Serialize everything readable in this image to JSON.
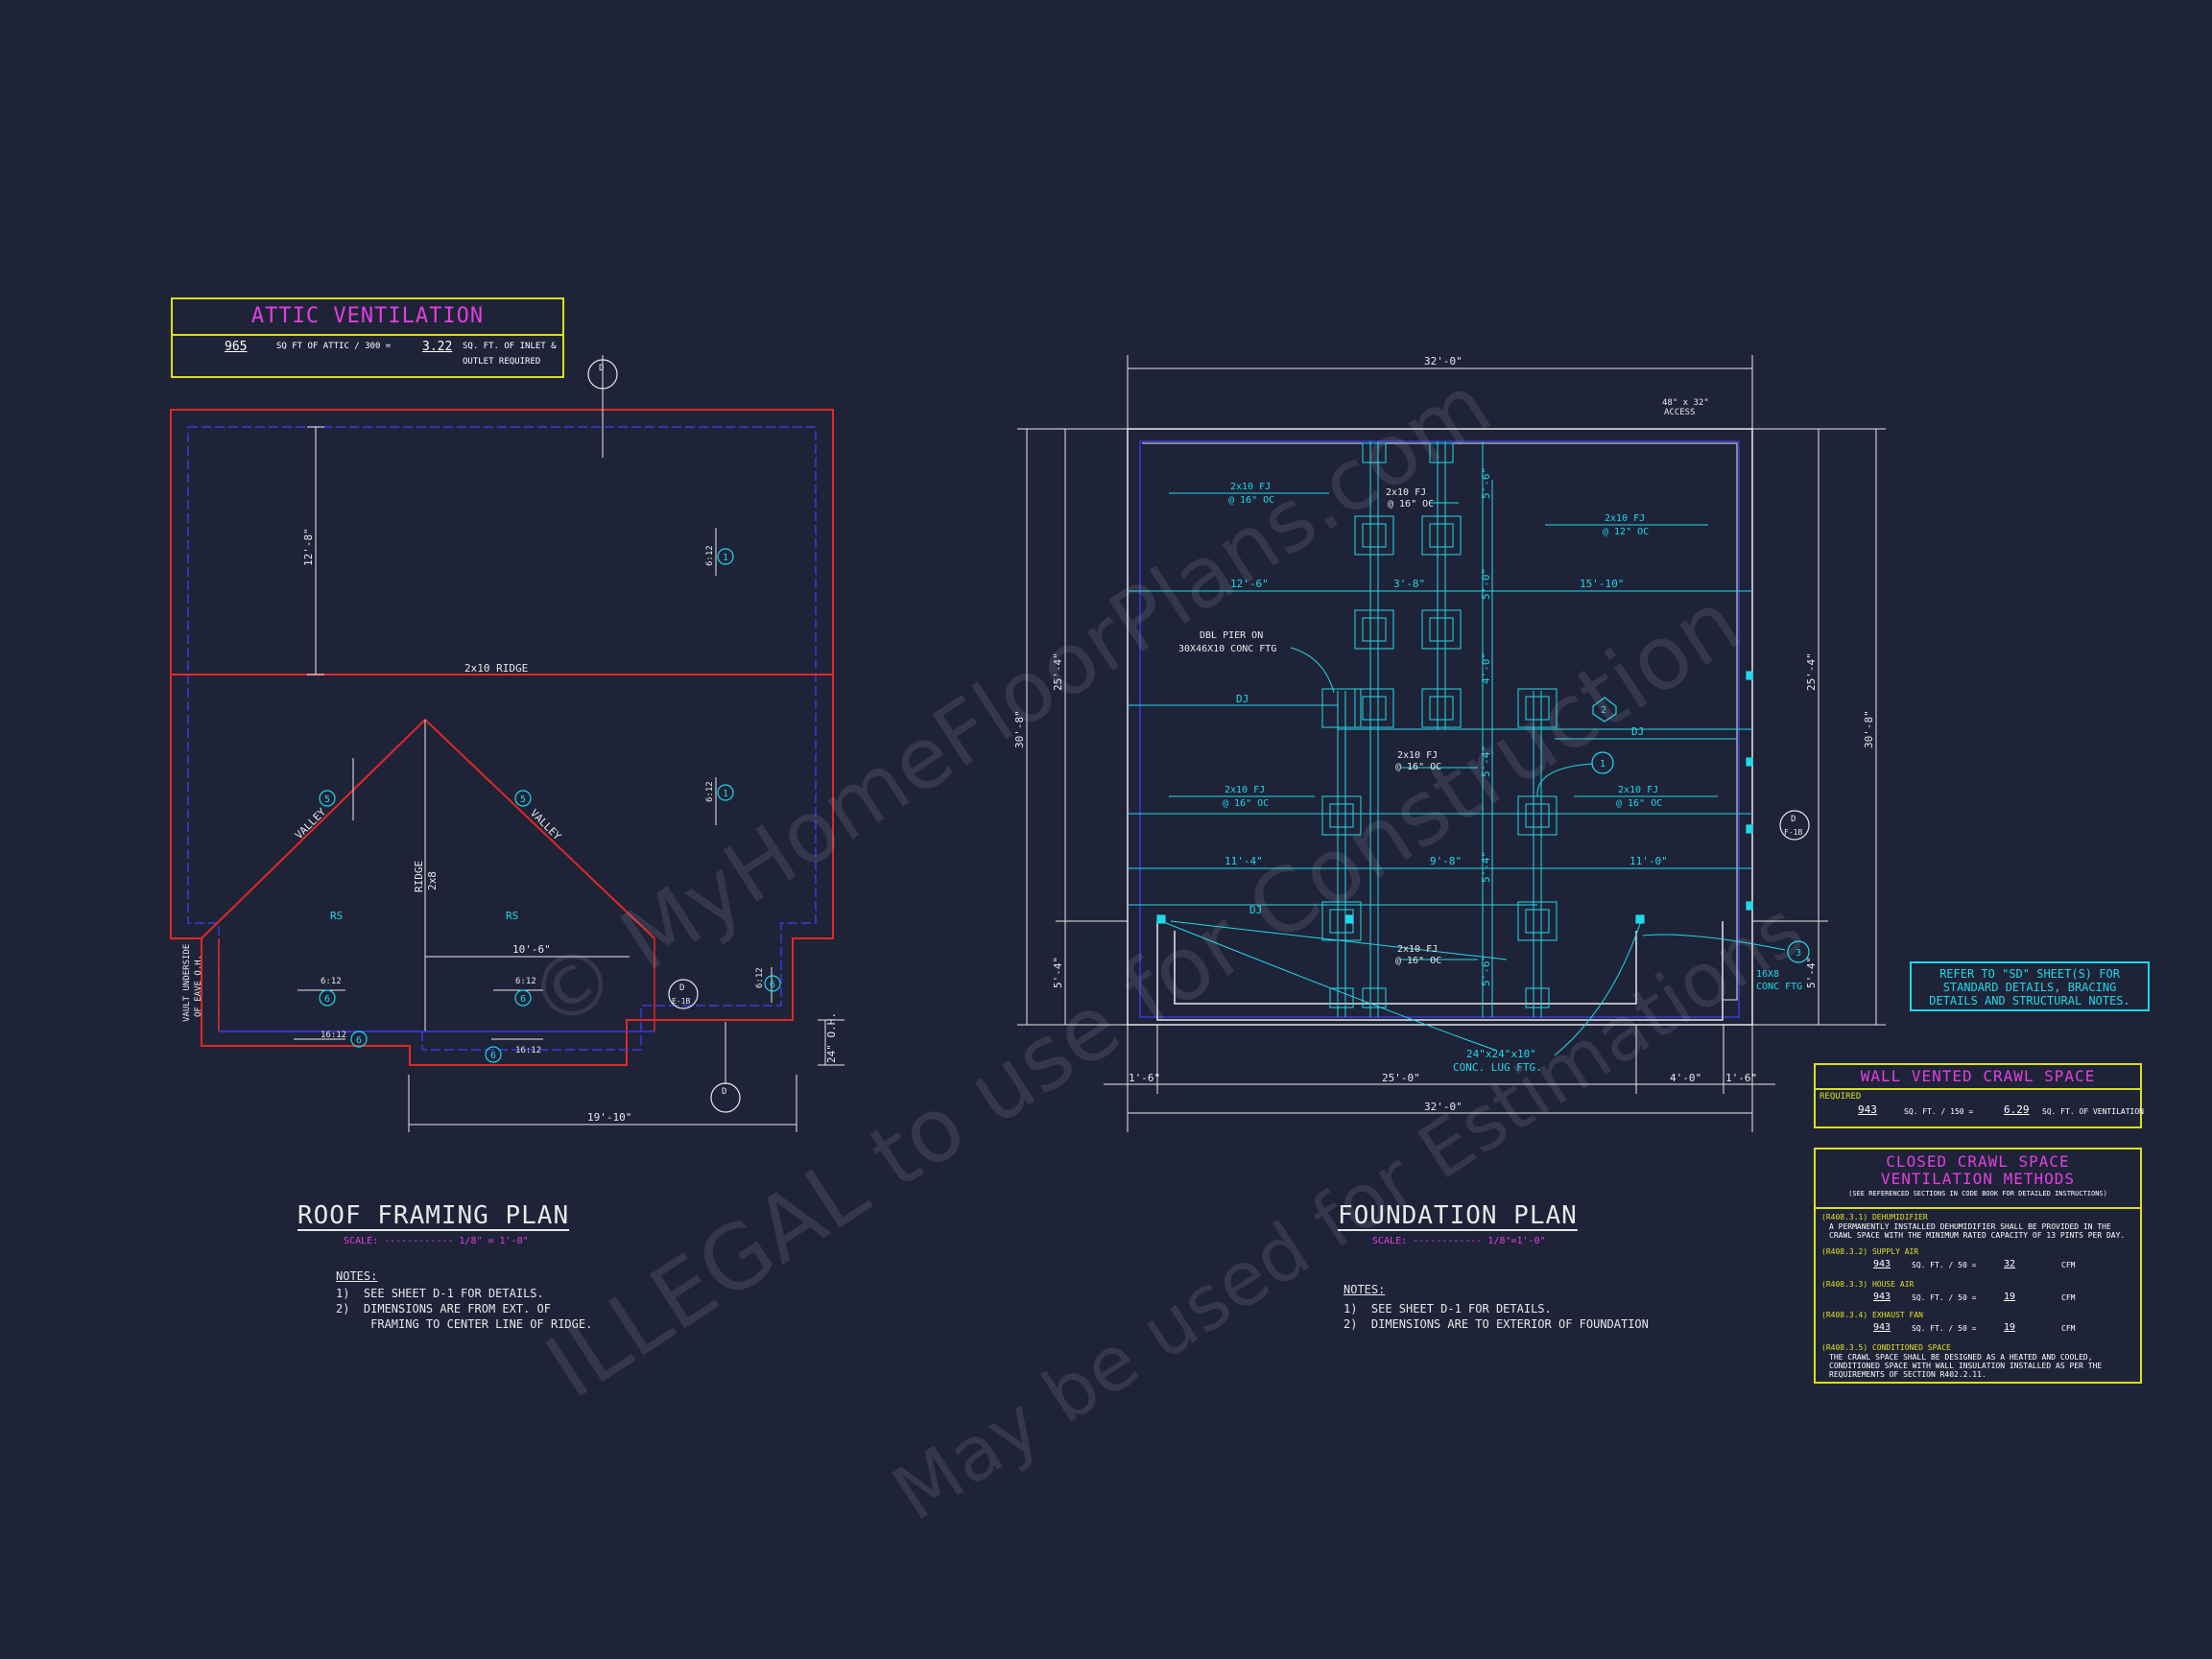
{
  "attic_ventilation": {
    "title": "ATTIC VENTILATION",
    "attic_sqft": "965",
    "text1": "SQ FT OF ATTIC / 300 =",
    "result": "3.22",
    "text2": "SQ. FT. OF INLET &",
    "text3": "OUTLET REQUIRED"
  },
  "roof_plan": {
    "title": "ROOF FRAMING PLAN",
    "scale": "SCALE: ------------ 1/8\" = 1'-0\"",
    "notes_head": "NOTES:",
    "notes": "1)  SEE SHEET D-1 FOR DETAILS.\n2)  DIMENSIONS ARE FROM EXT. OF\n     FRAMING TO CENTER LINE OF RIDGE.",
    "labels": {
      "ridge": "2x10 RIDGE",
      "dim_12_8": "12'-8\"",
      "dim_10_6": "10'-6\"",
      "dim_19_10": "19'-10\"",
      "oh": "24\" O.H.",
      "valley": "VALLEY",
      "rs": "RS",
      "ridge_v": "RIDGE",
      "ridge_size": "2x8",
      "pitch_6_12": "6:12",
      "pitch_16_12": "16:12",
      "vault": "VAULT UNDERSIDE",
      "vault2": "OF EAVE O.H.",
      "tag1": "1",
      "tag5": "5",
      "tag6": "6",
      "det_d": "D",
      "det_e1b": "E-1B"
    }
  },
  "foundation_plan": {
    "title": "FOUNDATION PLAN",
    "scale": "SCALE: ------------ 1/8\"=1'-0\"",
    "notes_head": "NOTES:",
    "notes": "1)  SEE SHEET D-1 FOR DETAILS.\n2)  DIMENSIONS ARE TO EXTERIOR OF FOUNDATION",
    "labels": {
      "dim_top": "32'-0\"",
      "dim_bottom": "32'-0\"",
      "dim_left": "30'-8\"",
      "dim_left2": "25'-4\"",
      "dim_left3": "5'-4\"",
      "dim_right": "30'-8\"",
      "dim_right2": "25'-4\"",
      "dim_right3": "5'-4\"",
      "access": "48\" x 32\"",
      "access2": "ACCESS",
      "fj1": "2x10 FJ",
      "oc16": "@ 16\" OC",
      "oc12": "@ 12\" OC",
      "d12_6": "12'-6\"",
      "d3_8": "3'-8\"",
      "d15_10": "15'-10\"",
      "d11_4": "11'-4\"",
      "d9_8": "9'-8\"",
      "d11_0": "11'-0\"",
      "d5_6": "5'-6\"",
      "d5_0": "5'-0\"",
      "d4_0": "4'-0\"",
      "d5_4": "5'-4\"",
      "d1_6": "1'-6\"",
      "d25_0": "25'-0\"",
      "d4_0b": "4'-0\"",
      "dbl_pier": "DBL PIER ON",
      "dbl_pier2": "30X46X10 CONC FTG",
      "dj": "DJ",
      "conc_lug": "24\"x24\"x10\"",
      "conc_lug2": "CONC. LUG FTG.",
      "ftg16": "16X8",
      "ftg16b": "CONC FTG",
      "tag1": "1",
      "tag2": "2",
      "tag3": "3",
      "det_d": "D",
      "det_f1b": "F-1B"
    }
  },
  "refer_note": "REFER TO \"SD\" SHEET(S) FOR STANDARD DETAILS, BRACING DETAILS AND STRUCTURAL NOTES.",
  "wall_vented": {
    "title": "WALL VENTED CRAWL SPACE",
    "required": "REQUIRED",
    "sqft": "943",
    "text1": "SQ. FT. / 150 =",
    "result": "6.29",
    "text2": "SQ. FT. OF VENTILATION"
  },
  "closed_crawl": {
    "title1": "CLOSED CRAWL SPACE",
    "title2": "VENTILATION METHODS",
    "subtitle": "(SEE REFERENCED SECTIONS IN CODE BOOK FOR DETAILED INSTRUCTIONS)",
    "dehum_head": "(R408.3.1) DEHUMIDIFIER",
    "dehum_text": "A PERMANENTLY INSTALLED DEHUMIDIFIER SHALL BE PROVIDED IN THE CRAWL SPACE WITH THE MINIMUM RATED CAPACITY OF 13 PINTS PER DAY.",
    "supply_head": "(R408.3.2) SUPPLY AIR",
    "supply_sqft": "943",
    "supply_cfm": "32",
    "house_head": "(R408.3.3) HOUSE AIR",
    "house_sqft": "943",
    "house_cfm": "19",
    "exhaust_head": "(R408.3.4) EXHAUST FAN",
    "exhaust_sqft": "943",
    "exhaust_cfm": "19",
    "rate_text": "SQ. FT. / 50 =",
    "cfm": "CFM",
    "cond_head": "(R408.3.5) CONDITIONED SPACE",
    "cond_text": "THE CRAWL SPACE SHALL BE DESIGNED AS A HEATED AND COOLED, CONDITIONED SPACE WITH WALL INSULATION INSTALLED AS PER THE REQUIREMENTS OF SECTION R402.2.11."
  },
  "watermark": {
    "line1": "© MyHomeFloorPlans.com",
    "line2": "ILLEGAL to use for Construction",
    "line3": "May be used for Estimations"
  },
  "colors": {
    "background": "#1f2338",
    "red": "#e02828",
    "cyan": "#20d8e8",
    "magenta": "#e040e0",
    "yellow": "#d8e020",
    "blue": "#3a3adc"
  }
}
